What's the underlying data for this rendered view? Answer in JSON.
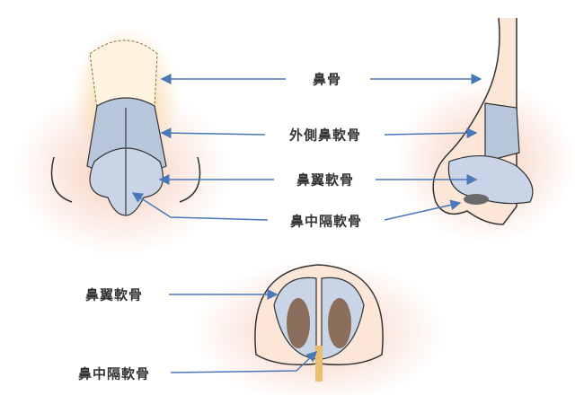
{
  "labels": {
    "nasal_bone": "鼻骨",
    "lateral_nasal_cartilage": "外側鼻軟骨",
    "alar_cartilage": "鼻翼軟骨",
    "septal_cartilage": "鼻中隔軟骨",
    "bottom_alar_cartilage": "鼻翼軟骨",
    "bottom_septal_cartilage": "鼻中隔軟骨"
  },
  "colors": {
    "arrow": "#4a78b8",
    "cartilage": "#b8c6dc",
    "skin_glow": "#f6c8b4",
    "bone_glow": "#f3c77a",
    "outline": "#333333"
  }
}
